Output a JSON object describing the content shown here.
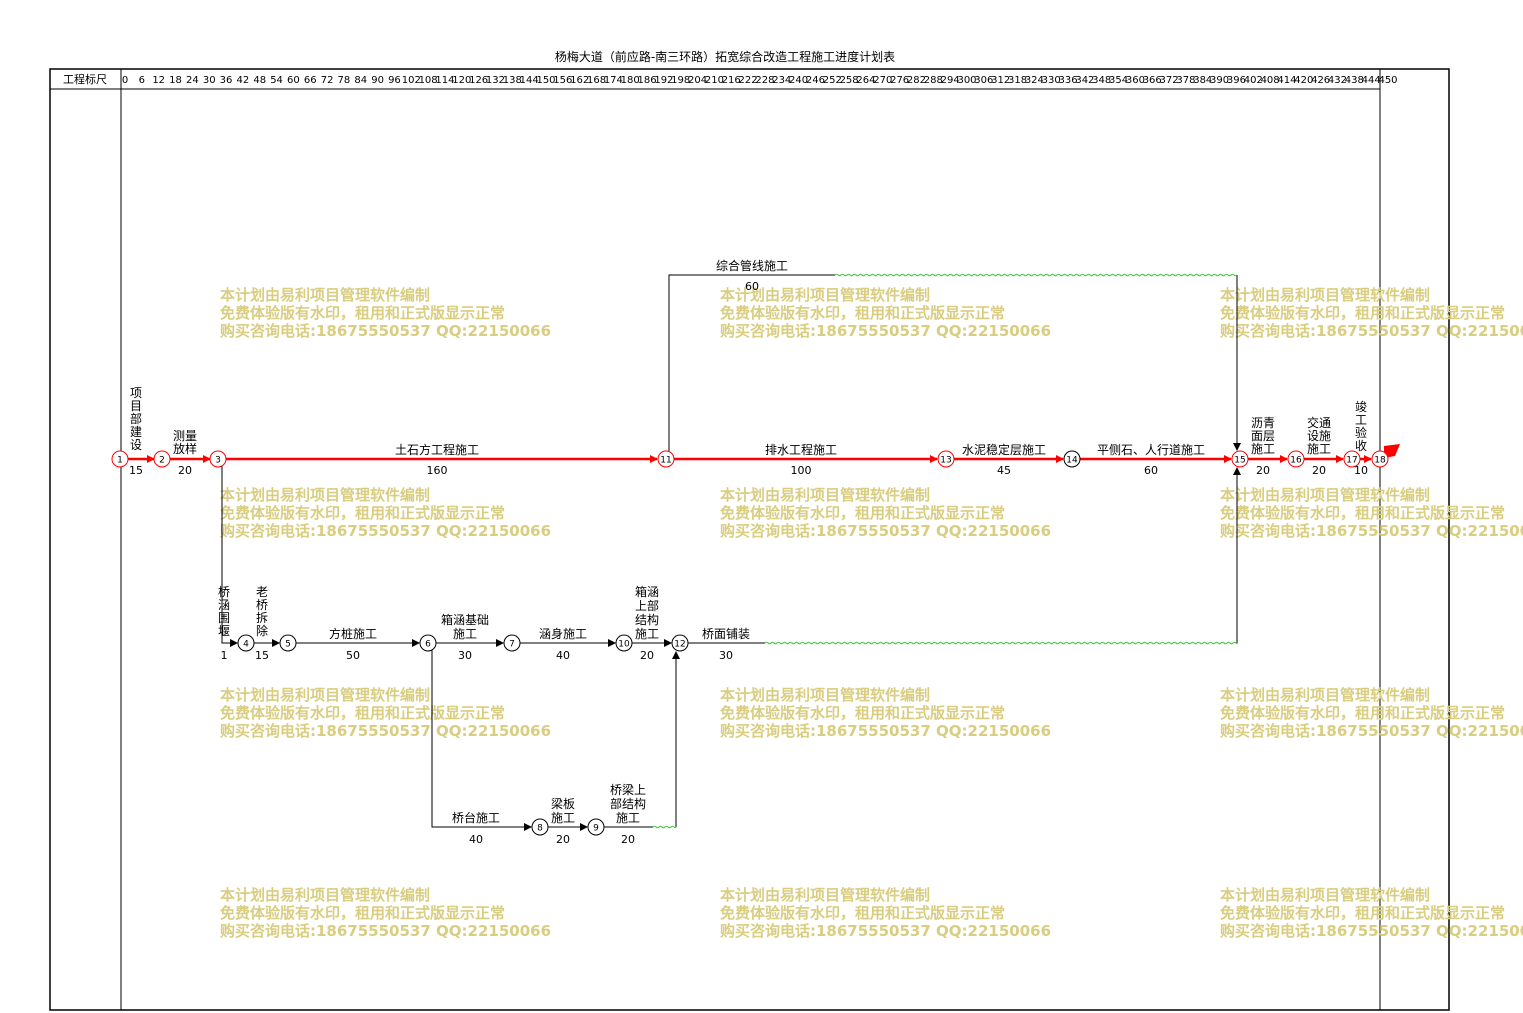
{
  "title": "杨梅大道（前应路-南三环路）拓宽综合改造工程施工进度计划表",
  "scale_label": "工程标尺",
  "scale_ticks": [
    0,
    6,
    12,
    18,
    24,
    30,
    36,
    42,
    48,
    54,
    60,
    66,
    72,
    78,
    84,
    90,
    96,
    102,
    108,
    114,
    120,
    126,
    132,
    138,
    144,
    150,
    156,
    162,
    168,
    174,
    180,
    186,
    192,
    198,
    204,
    210,
    216,
    222,
    228,
    234,
    240,
    246,
    252,
    258,
    264,
    270,
    276,
    282,
    288,
    294,
    300,
    306,
    312,
    318,
    324,
    330,
    336,
    342,
    348,
    354,
    360,
    366,
    372,
    378,
    384,
    390,
    396,
    402,
    408,
    414,
    420,
    426,
    432,
    438,
    444,
    450
  ],
  "colors": {
    "critical": "#ff0000",
    "normal": "#000000",
    "float": "#33cc33",
    "watermark": "#d9cd80"
  },
  "watermark": {
    "line1": "本计划由易利项目管理软件编制",
    "line2": "免费体验版有水印，租用和正式版显示正常",
    "line3": "购买咨询电话:18675550537 QQ:22150066"
  },
  "nodes": [
    "1",
    "2",
    "3",
    "4",
    "5",
    "6",
    "7",
    "8",
    "9",
    "10",
    "11",
    "12",
    "13",
    "14",
    "15",
    "16",
    "17",
    "18"
  ],
  "activities": [
    {
      "id": "a1",
      "name": "项目部建设",
      "duration": "15",
      "critical": true
    },
    {
      "id": "a2",
      "name": "测量放样",
      "duration": "20",
      "critical": true
    },
    {
      "id": "a3",
      "name": "土石方工程施工",
      "duration": "160",
      "critical": true
    },
    {
      "id": "a4",
      "name": "排水工程施工",
      "duration": "100",
      "critical": true
    },
    {
      "id": "a5",
      "name": "水泥稳定层施工",
      "duration": "45",
      "critical": true
    },
    {
      "id": "a6",
      "name": "平侧石、人行道施工",
      "duration": "60",
      "critical": true
    },
    {
      "id": "a7",
      "name": "沥青面层施工",
      "duration": "20",
      "critical": true
    },
    {
      "id": "a8",
      "name": "交通设施施工",
      "duration": "20",
      "critical": true
    },
    {
      "id": "a9",
      "name": "竣工验收",
      "duration": "10",
      "critical": true
    },
    {
      "id": "a10",
      "name": "综合管线施工",
      "duration": "60",
      "critical": false
    },
    {
      "id": "a11",
      "name": "桥涵围堰",
      "duration": "1",
      "critical": false
    },
    {
      "id": "a12",
      "name": "老桥拆除",
      "duration": "15",
      "critical": false
    },
    {
      "id": "a13",
      "name": "方桩施工",
      "duration": "50",
      "critical": false
    },
    {
      "id": "a14",
      "name": "箱涵基础施工",
      "duration": "30",
      "critical": false
    },
    {
      "id": "a15",
      "name": "涵身施工",
      "duration": "40",
      "critical": false
    },
    {
      "id": "a16",
      "name": "箱涵上部结构施工",
      "duration": "20",
      "critical": false
    },
    {
      "id": "a17",
      "name": "桥面铺装",
      "duration": "30",
      "critical": false
    },
    {
      "id": "a18",
      "name": "桥台施工",
      "duration": "40",
      "critical": false
    },
    {
      "id": "a19",
      "name": "梁板施工",
      "duration": "20",
      "critical": false
    },
    {
      "id": "a20",
      "name": "桥梁上部结构施工",
      "duration": "20",
      "critical": false
    }
  ]
}
